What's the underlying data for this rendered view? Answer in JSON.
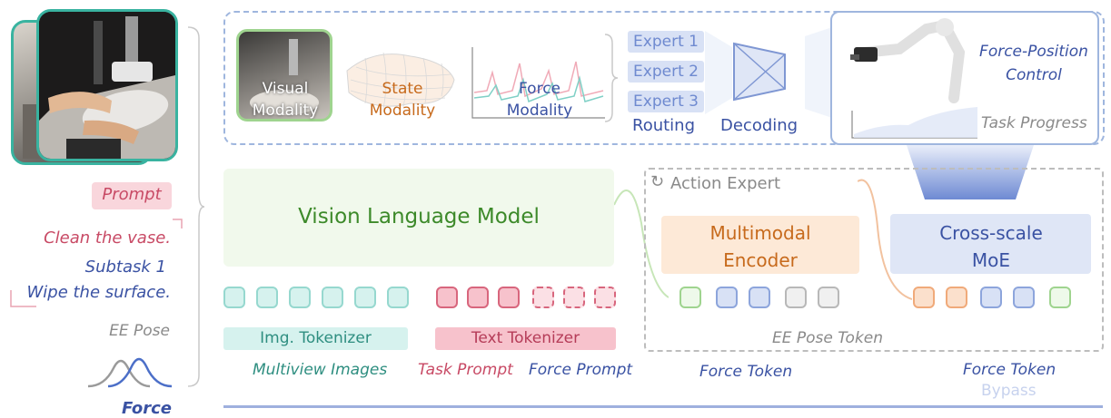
{
  "left": {
    "prompt_label": "Prompt",
    "instruction": "Clean the vase.",
    "subtask": "Subtask 1",
    "subtask_action": "Wipe the surface.",
    "ee_pose_label": "EE Pose",
    "force_label": "Force"
  },
  "top": {
    "visual_modality": "Visual Modality",
    "state_modality": "State Modality",
    "force_modality": "Force Modality",
    "experts": [
      "Expert 1",
      "Expert 2",
      "Expert 3"
    ],
    "routing": "Routing",
    "decoding": "Decoding",
    "force_position_control": "Force-Position Control",
    "task_progress": "Task Progress"
  },
  "middle": {
    "vlm_label": "Vision Language Model",
    "img_tokenizer": "Img. Tokenizer",
    "text_tokenizer": "Text Tokenizer",
    "multiview_images": "Multiview Images",
    "task_prompt": "Task Prompt",
    "force_prompt": "Force Prompt"
  },
  "action": {
    "title": "Action Expert",
    "multimodal_encoder": "Multimodal Encoder",
    "cross_scale_moe": "Cross-scale MoE",
    "ee_pose_token": "EE Pose Token",
    "force_token_1": "Force Token",
    "force_token_2": "Force Token",
    "bypass": "Bypass"
  },
  "colors": {
    "teal": "#39b3a0",
    "pink": "#c84a65",
    "blue": "#3a52a3",
    "green": "#3d8a2a",
    "orange": "#c76a1c",
    "gray": "#8a8a8a"
  }
}
